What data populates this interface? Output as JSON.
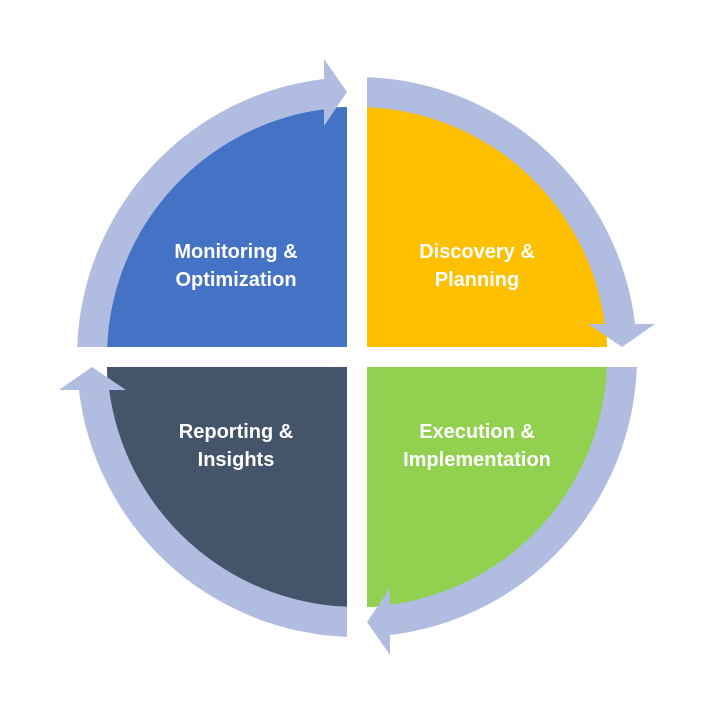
{
  "stages": [
    {
      "id": "discovery",
      "line1": "Discovery &",
      "line2": "Planning",
      "color": "#FFC000"
    },
    {
      "id": "execution",
      "line1": "Execution &",
      "line2": "Implementation",
      "color": "#92D050"
    },
    {
      "id": "reporting",
      "line1": "Reporting &",
      "line2": "Insights",
      "color": "#44546A"
    },
    {
      "id": "monitoring",
      "line1": "Monitoring &",
      "line2": "Optimization",
      "color": "#4472C4"
    }
  ],
  "ring_color": "#B0BCE0"
}
